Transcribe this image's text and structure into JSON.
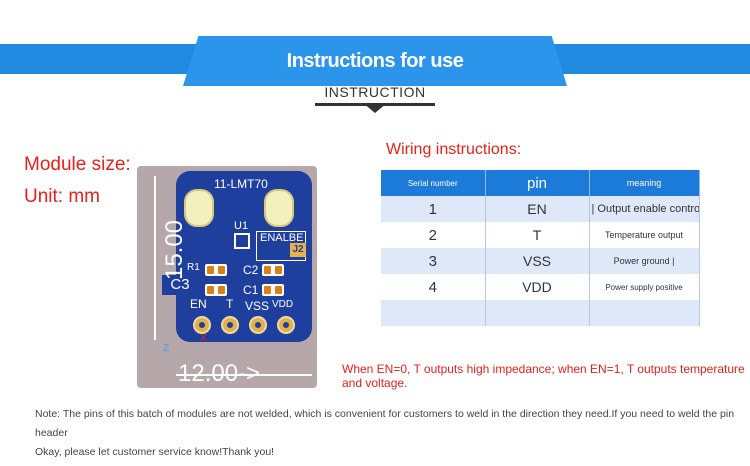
{
  "header": {
    "title": "Instructions for use",
    "subtitle": "INSTRUCTION",
    "colors": {
      "banner": "#1f8ae0",
      "accent_red": "#e8201a"
    }
  },
  "module": {
    "size_label": "Module size:",
    "unit_label": "Unit: mm",
    "board_label": "11-LMT70",
    "u1": "U1",
    "enalbe": "ENALBE",
    "j2": "J2",
    "r1": "R1",
    "c2": "C2",
    "c1": "C1",
    "c3": "C3",
    "pins": [
      "EN",
      "T",
      "VSS",
      "VDD"
    ],
    "height_dim": "15.00",
    "width_dim": "12.00->",
    "axis_z": "Z",
    "axis_x": "X"
  },
  "wiring": {
    "title": "Wiring instructions:",
    "headers": [
      "Serial number",
      "pin",
      "meaning"
    ],
    "rows": [
      {
        "num": "1",
        "pin": "EN",
        "meaning": "| Output enable control"
      },
      {
        "num": "2",
        "pin": "T",
        "meaning": "Temperature output"
      },
      {
        "num": "3",
        "pin": "VSS",
        "meaning": "Power ground |"
      },
      {
        "num": "4",
        "pin": "VDD",
        "meaning": "Power supply positive"
      },
      {
        "num": "",
        "pin": "",
        "meaning": ""
      }
    ]
  },
  "en_note": "When EN=0, T outputs high impedance; when EN=1, T outputs temperature and voltage.",
  "note": {
    "line1": "Note: The pins of this batch of modules are not welded, which is convenient for customers to weld in the direction they need.If you need to weld the pin header",
    "line2": "Okay, please let customer service know!Thank you!"
  }
}
